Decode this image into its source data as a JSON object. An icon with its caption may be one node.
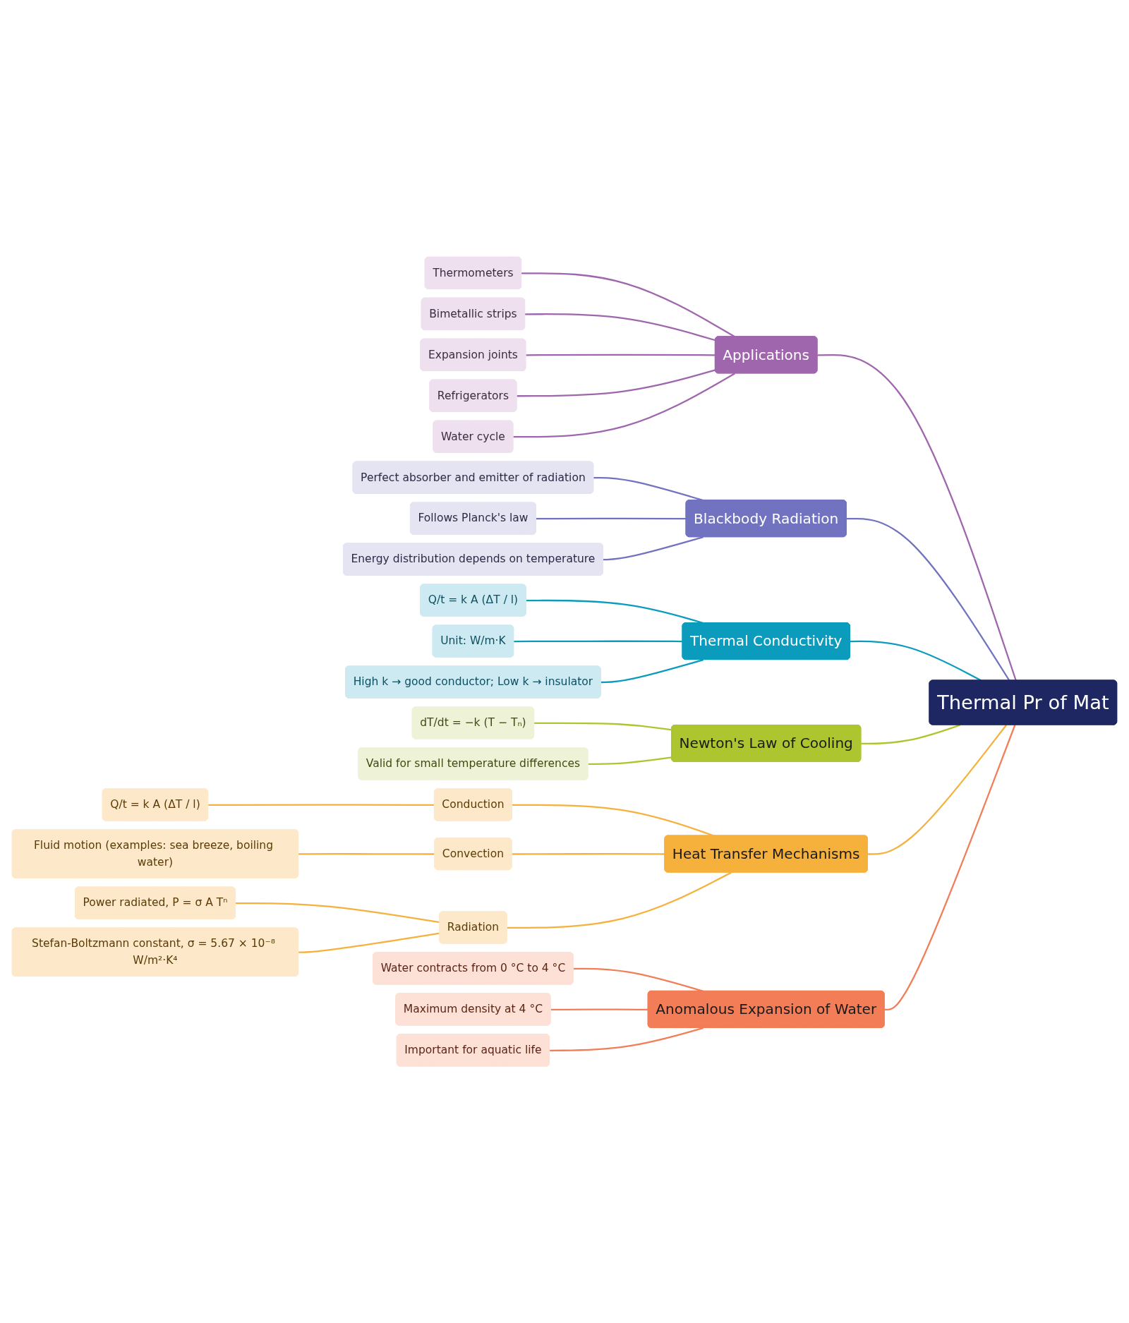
{
  "diagram": {
    "nodes": [
      {
        "text": [
          "Thermal Pr of Mat"
        ]
      },
      {
        "text": [
          "Applications"
        ]
      },
      {
        "text": [
          "Thermometers"
        ]
      },
      {
        "text": [
          "Bimetallic strips"
        ]
      },
      {
        "text": [
          "Expansion joints"
        ]
      },
      {
        "text": [
          "Refrigerators"
        ]
      },
      {
        "text": [
          "Water cycle"
        ]
      },
      {
        "text": [
          "Blackbody Radiation"
        ]
      },
      {
        "text": [
          "Perfect absorber and emitter of radiation"
        ]
      },
      {
        "text": [
          "Follows Planck's law"
        ]
      },
      {
        "text": [
          "Energy distribution depends on temperature"
        ]
      },
      {
        "text": [
          "Thermal Conductivity"
        ]
      },
      {
        "text": [
          "Q/t = k A (ΔT / l)"
        ]
      },
      {
        "text": [
          "Unit: W/m·K"
        ]
      },
      {
        "text": [
          "High k → good conductor; Low k → insulator"
        ]
      },
      {
        "text": [
          "Newton's Law of Cooling"
        ]
      },
      {
        "text": [
          "dT/dt = −k (T − Tₙ)"
        ]
      },
      {
        "text": [
          "Valid for small temperature differences"
        ]
      },
      {
        "text": [
          "Heat Transfer Mechanisms"
        ]
      },
      {
        "text": [
          "Conduction"
        ]
      },
      {
        "text": [
          "Q/t = k A (ΔT / l)"
        ]
      },
      {
        "text": [
          "Convection"
        ]
      },
      {
        "text": [
          "Fluid motion (examples: sea breeze, boiling water)"
        ]
      },
      {
        "text": [
          "Radiation"
        ]
      },
      {
        "text": [
          "Power radiated, P = σ A Tⁿ"
        ]
      },
      {
        "text": [
          "Stefan-Boltzmann constant, σ = 5.67 × 10⁻⁸ W/m²·K⁴"
        ]
      },
      {
        "text": [
          "Anomalous Expansion of Water"
        ]
      },
      {
        "text": [
          "Water contracts from 0 °C to 4 °C"
        ]
      },
      {
        "text": [
          "Maximum density at 4 °C"
        ]
      },
      {
        "text": [
          "Important for aquatic life"
        ]
      }
    ],
    "edges": [
      {
        "from": 0,
        "to": 1,
        "arrow": "none",
        "color": "#a066ad"
      },
      {
        "from": 1,
        "to": 2,
        "arrow": "none",
        "color": "#a066ad"
      },
      {
        "from": 1,
        "to": 3,
        "arrow": "none",
        "color": "#a066ad"
      },
      {
        "from": 1,
        "to": 4,
        "arrow": "none",
        "color": "#a066ad"
      },
      {
        "from": 1,
        "to": 5,
        "arrow": "none",
        "color": "#a066ad"
      },
      {
        "from": 1,
        "to": 6,
        "arrow": "none",
        "color": "#a066ad"
      },
      {
        "from": 0,
        "to": 7,
        "arrow": "none",
        "color": "#7173c0"
      },
      {
        "from": 7,
        "to": 8,
        "arrow": "none",
        "color": "#7173c0"
      },
      {
        "from": 7,
        "to": 9,
        "arrow": "none",
        "color": "#7173c0"
      },
      {
        "from": 7,
        "to": 10,
        "arrow": "none",
        "color": "#7173c0"
      },
      {
        "from": 0,
        "to": 11,
        "arrow": "none",
        "color": "#0b9bbd"
      },
      {
        "from": 11,
        "to": 12,
        "arrow": "none",
        "color": "#0b9bbd"
      },
      {
        "from": 11,
        "to": 13,
        "arrow": "none",
        "color": "#0b9bbd"
      },
      {
        "from": 11,
        "to": 14,
        "arrow": "none",
        "color": "#0b9bbd"
      },
      {
        "from": 0,
        "to": 15,
        "arrow": "none",
        "color": "#adc52e"
      },
      {
        "from": 15,
        "to": 16,
        "arrow": "none",
        "color": "#adc52e"
      },
      {
        "from": 15,
        "to": 17,
        "arrow": "none",
        "color": "#adc52e"
      },
      {
        "from": 0,
        "to": 18,
        "arrow": "none",
        "color": "#f6b13d"
      },
      {
        "from": 18,
        "to": 19,
        "arrow": "none",
        "color": "#f6b13d"
      },
      {
        "from": 19,
        "to": 20,
        "arrow": "none",
        "color": "#f6b13d"
      },
      {
        "from": 18,
        "to": 21,
        "arrow": "none",
        "color": "#f6b13d"
      },
      {
        "from": 21,
        "to": 22,
        "arrow": "none",
        "color": "#f6b13d"
      },
      {
        "from": 18,
        "to": 23,
        "arrow": "none",
        "color": "#f6b13d"
      },
      {
        "from": 23,
        "to": 24,
        "arrow": "none",
        "color": "#f6b13d"
      },
      {
        "from": 23,
        "to": 25,
        "arrow": "none",
        "color": "#f6b13d"
      },
      {
        "from": 0,
        "to": 26,
        "arrow": "none",
        "color": "#f27d57"
      },
      {
        "from": 26,
        "to": 27,
        "arrow": "none",
        "color": "#f27d57"
      },
      {
        "from": 26,
        "to": 28,
        "arrow": "none",
        "color": "#f27d57"
      },
      {
        "from": 26,
        "to": 29,
        "arrow": "none",
        "color": "#f27d57"
      }
    ]
  }
}
